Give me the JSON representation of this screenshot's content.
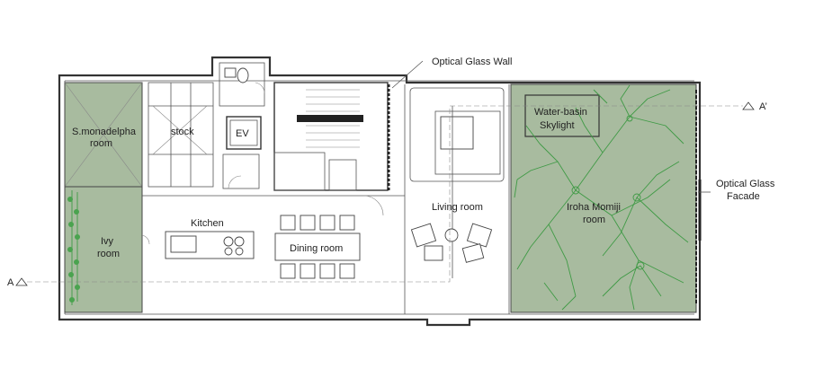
{
  "plan": {
    "labels": {
      "optical_glass_wall": "Optical Glass Wall",
      "optical_glass_facade_1": "Optical Glass",
      "optical_glass_facade_2": "Facade",
      "section_a": "A",
      "section_a_prime": "A’",
      "s_monadelpha_1": "S.monadelpha",
      "s_monadelpha_2": "room",
      "stock": "stock",
      "ev": "EV",
      "kitchen": "Kitchen",
      "dining_room": "Dining room",
      "living_room": "Living room",
      "ivy_1": "Ivy",
      "ivy_2": "room",
      "water_basin_1": "Water-basin",
      "water_basin_2": "Skylight",
      "iroha_1": "Iroha Momiji",
      "iroha_2": "room"
    },
    "colors": {
      "garden": "#a8bb9f",
      "tree": "#3f9a45",
      "wall": "#333333"
    }
  }
}
